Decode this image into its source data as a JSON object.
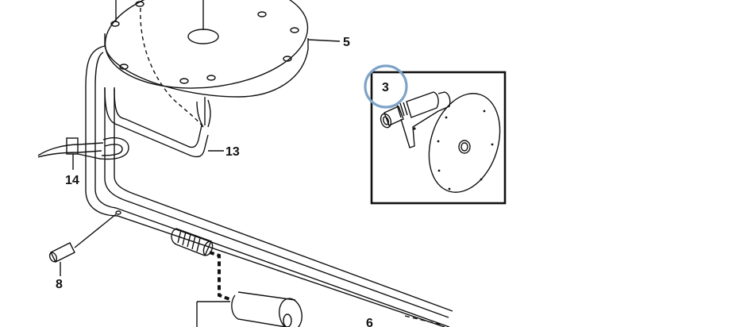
{
  "callouts": {
    "plate": "5",
    "wires": "13",
    "cable_tie": "14",
    "grommet": "8",
    "conduit": "6",
    "inset": "3"
  },
  "colors": {
    "line": "#111111",
    "background": "#ffffff",
    "highlight_circle": "#7ea3c8"
  }
}
